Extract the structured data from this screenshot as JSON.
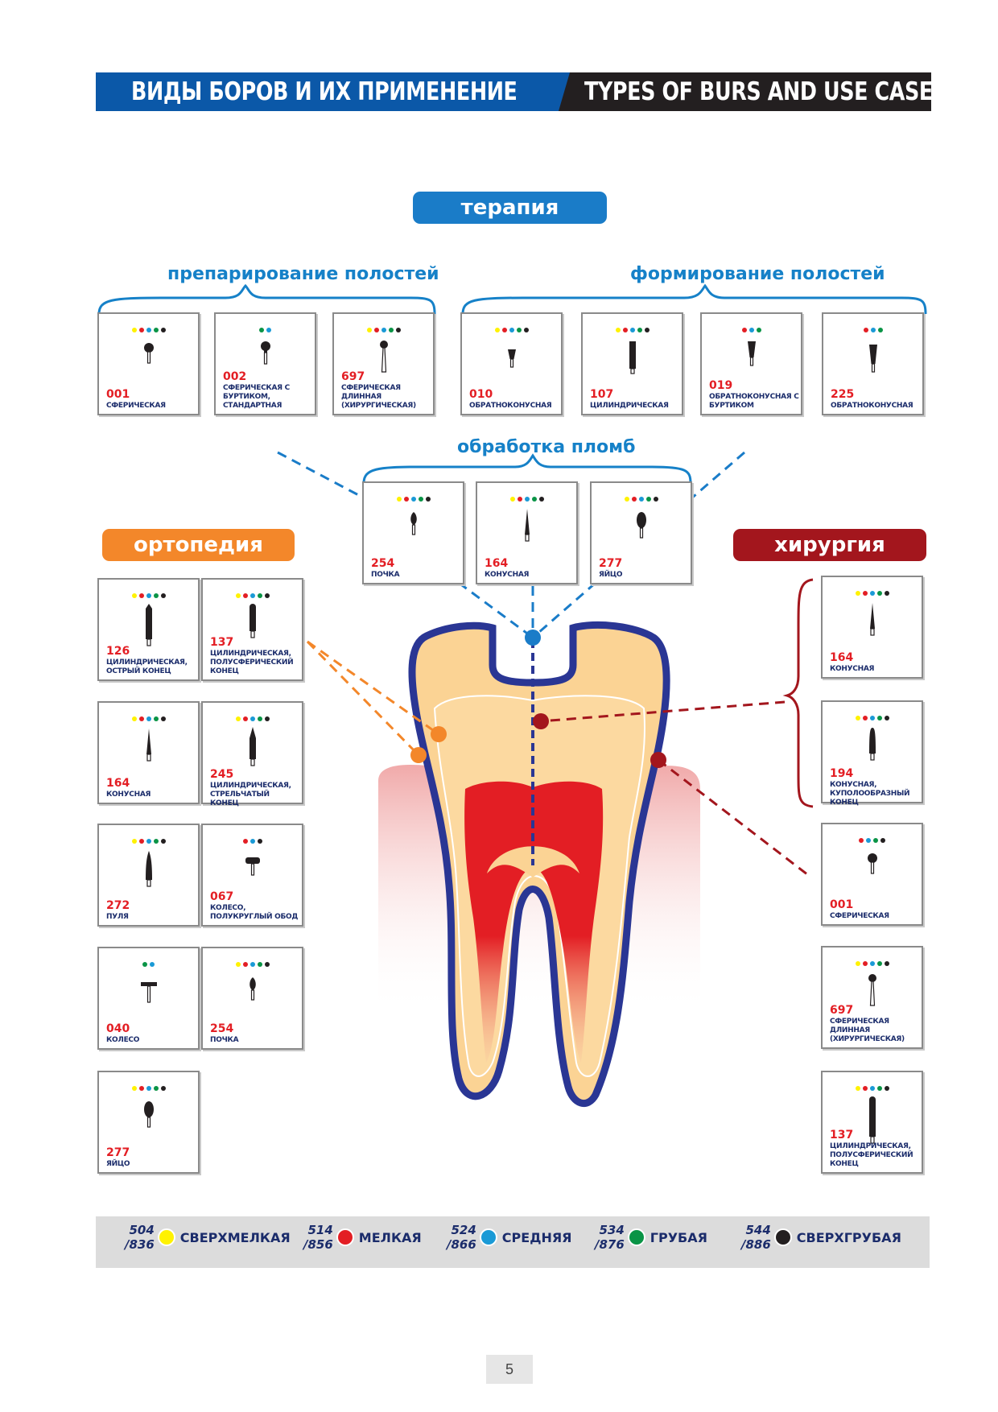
{
  "header": {
    "title_ru": "ВИДЫ БОРОВ И ИХ ПРИМЕНЕНИЕ",
    "title_en": "TYPES OF BURS AND USE CASES"
  },
  "sections": {
    "therapy": "терапия",
    "cavity_prep": "препарирование полостей",
    "cavity_form": "формирование полостей",
    "filling": "обработка пломб",
    "ortho": "ортопедия",
    "surgery": "хирургия"
  },
  "colors": {
    "blue": "#0b58a8",
    "therapy": "#1a7cc8",
    "ortho": "#f3872a",
    "surgery": "#a3161d",
    "code_red": "#e31e24",
    "yellow": "#fff200",
    "red": "#e31e24",
    "cyan": "#1a9ad6",
    "green": "#0a9446",
    "black": "#231f20"
  },
  "cards": {
    "c001": {
      "code": "001",
      "name": "СФЕРИЧЕСКАЯ",
      "dots": [
        "yellow",
        "red",
        "cyan",
        "green",
        "black"
      ],
      "shape": "ball"
    },
    "c002": {
      "code": "002",
      "name": "СФЕРИЧЕСКАЯ С БУРТИКОМ, СТАНДАРТНАЯ",
      "dots": [
        "green",
        "cyan"
      ],
      "shape": "ball-collar"
    },
    "c697a": {
      "code": "697",
      "name": "СФЕРИЧЕСКАЯ ДЛИННАЯ (ХИРУРГИЧЕСКАЯ)",
      "dots": [
        "yellow",
        "red",
        "cyan",
        "green",
        "black"
      ],
      "shape": "ball-long"
    },
    "c010": {
      "code": "010",
      "name": "ОБРАТНОКОНУСНАЯ",
      "dots": [
        "yellow",
        "red",
        "cyan",
        "green",
        "black"
      ],
      "shape": "inv-cone"
    },
    "c107": {
      "code": "107",
      "name": "ЦИЛИНДРИЧЕСКАЯ",
      "dots": [
        "yellow",
        "red",
        "cyan",
        "green",
        "black"
      ],
      "shape": "cylinder"
    },
    "c019": {
      "code": "019",
      "name": "ОБРАТНОКОНУСНАЯ С БУРТИКОМ",
      "dots": [
        "red",
        "cyan",
        "green"
      ],
      "shape": "inv-cone-collar"
    },
    "c225": {
      "code": "225",
      "name": "ОБРАТНОКОНУСНАЯ",
      "dots": [
        "red",
        "cyan",
        "green"
      ],
      "shape": "inv-cone-long"
    },
    "f254": {
      "code": "254",
      "name": "ПОЧКА",
      "dots": [
        "yellow",
        "red",
        "cyan",
        "green",
        "black"
      ],
      "shape": "bud"
    },
    "f164": {
      "code": "164",
      "name": "КОНУСНАЯ",
      "dots": [
        "yellow",
        "red",
        "cyan",
        "green",
        "black"
      ],
      "shape": "cone"
    },
    "f277": {
      "code": "277",
      "name": "ЯЙЦО",
      "dots": [
        "yellow",
        "red",
        "cyan",
        "green",
        "black"
      ],
      "shape": "egg"
    },
    "o126": {
      "code": "126",
      "name": "ЦИЛИНДРИЧЕСКАЯ, ОСТРЫЙ КОНЕЦ",
      "dots": [
        "yellow",
        "red",
        "cyan",
        "green",
        "black"
      ],
      "shape": "cyl-sharp"
    },
    "o137": {
      "code": "137",
      "name": "ЦИЛИНДРИЧЕСКАЯ, ПОЛУСФЕРИЧЕСКИЙ КОНЕЦ",
      "dots": [
        "yellow",
        "red",
        "cyan",
        "green",
        "black"
      ],
      "shape": "cyl-round"
    },
    "o164": {
      "code": "164",
      "name": "КОНУСНАЯ",
      "dots": [
        "yellow",
        "red",
        "cyan",
        "green",
        "black"
      ],
      "shape": "cone"
    },
    "o245": {
      "code": "245",
      "name": "ЦИЛИНДРИЧЕСКАЯ, СТРЕЛЬЧАТЫЙ КОНЕЦ",
      "dots": [
        "yellow",
        "red",
        "cyan",
        "green",
        "black"
      ],
      "shape": "arrow"
    },
    "o272": {
      "code": "272",
      "name": "ПУЛЯ",
      "dots": [
        "yellow",
        "red",
        "cyan",
        "green",
        "black"
      ],
      "shape": "bullet"
    },
    "o067": {
      "code": "067",
      "name": "КОЛЕСО, ПОЛУКРУГЛЫЙ ОБОД",
      "dots": [
        "red",
        "cyan",
        "black"
      ],
      "shape": "wheel"
    },
    "o040": {
      "code": "040",
      "name": "КОЛЕСО",
      "dots": [
        "green",
        "cyan"
      ],
      "shape": "wheel-flat"
    },
    "o254": {
      "code": "254",
      "name": "ПОЧКА",
      "dots": [
        "yellow",
        "red",
        "cyan",
        "green",
        "black"
      ],
      "shape": "bud"
    },
    "o277": {
      "code": "277",
      "name": "ЯЙЦО",
      "dots": [
        "yellow",
        "red",
        "cyan",
        "green",
        "black"
      ],
      "shape": "egg"
    },
    "s164": {
      "code": "164",
      "name": "КОНУСНАЯ",
      "dots": [
        "yellow",
        "red",
        "cyan",
        "green",
        "black"
      ],
      "shape": "cone"
    },
    "s194": {
      "code": "194",
      "name": "КОНУСНАЯ, КУПОЛООБРАЗНЫЙ КОНЕЦ",
      "dots": [
        "yellow",
        "red",
        "cyan",
        "green",
        "black"
      ],
      "shape": "cone-dome"
    },
    "s001": {
      "code": "001",
      "name": "СФЕРИЧЕСКАЯ",
      "dots": [
        "red",
        "cyan",
        "green",
        "black"
      ],
      "shape": "ball"
    },
    "s697": {
      "code": "697",
      "name": "СФЕРИЧЕСКАЯ ДЛИННАЯ (ХИРУРГИЧЕСКАЯ)",
      "dots": [
        "yellow",
        "red",
        "cyan",
        "green",
        "black"
      ],
      "shape": "ball-long"
    },
    "s137": {
      "code": "137",
      "name": "ЦИЛИНДРИЧЕСКАЯ, ПОЛУСФЕРИЧЕСКИЙ КОНЕЦ",
      "dots": [
        "yellow",
        "red",
        "cyan",
        "green",
        "black"
      ],
      "shape": "cyl-round-long"
    }
  },
  "legend": [
    {
      "code1": "504",
      "code2": "/836",
      "color": "yellow",
      "name": "СВЕРХМЕЛКАЯ"
    },
    {
      "code1": "514",
      "code2": "/856",
      "color": "red",
      "name": "МЕЛКАЯ"
    },
    {
      "code1": "524",
      "code2": "/866",
      "color": "cyan",
      "name": "СРЕДНЯЯ"
    },
    {
      "code1": "534",
      "code2": "/876",
      "color": "green",
      "name": "ГРУБАЯ"
    },
    {
      "code1": "544",
      "code2": "/886",
      "color": "black",
      "name": "СВЕРХГРУБАЯ"
    }
  ],
  "page_number": "5"
}
